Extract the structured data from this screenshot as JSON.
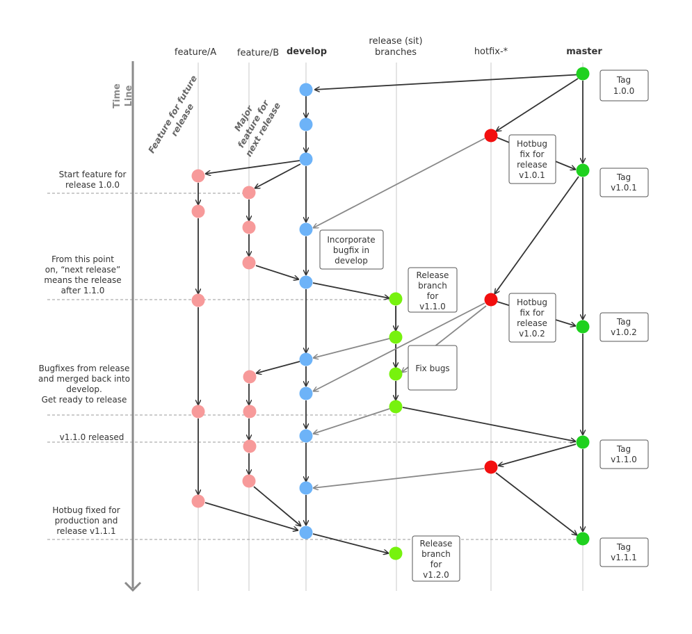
{
  "columns": {
    "featureA": "feature/A",
    "featureB": "feature/B",
    "develop": "develop",
    "release_1": "release (sit)",
    "release_2": "branches",
    "hotfix": "hotfix-*",
    "master": "master"
  },
  "timeline": {
    "line1": "Time",
    "line2": "Line"
  },
  "rotated": {
    "featureA_1": "Feature  for future",
    "featureA_2": "release",
    "featureB_1": "Major",
    "featureB_2": "feature for",
    "featureB_3": "next release"
  },
  "notes": {
    "start_1": "Start feature for",
    "start_2": "release 1.0.0",
    "point_1": "From this point",
    "point_2": "on, “next release”",
    "point_3": "means the release",
    "point_4": "after 1.1.0",
    "bugfix_1": "Bugfixes from release",
    "bugfix_2": "and merged back into",
    "bugfix_3": "develop.",
    "bugfix_4": "Get ready to release",
    "released": "v1.1.0 released",
    "hotbug_1": "Hotbug fixed for",
    "hotbug_2": "production and",
    "hotbug_3": "release v1.1.1"
  },
  "boxes": {
    "tag100": [
      "Tag",
      "1.0.0"
    ],
    "tag101": [
      "Tag",
      "v1.0.1"
    ],
    "tag102": [
      "Tag",
      "v1.0.2"
    ],
    "tag110": [
      "Tag",
      "v1.1.0"
    ],
    "tag111": [
      "Tag",
      "v1.1.1"
    ],
    "hotfix1": [
      "Hotbug",
      "fix for",
      "release",
      "v1.0.1"
    ],
    "hotfix2": [
      "Hotbug",
      "fix for",
      "release",
      "v1.0.2"
    ],
    "incorporate": [
      "Incorporate",
      "bugfix in",
      "develop"
    ],
    "relbranch1": [
      "Release",
      "branch",
      "for",
      "v1.1.0"
    ],
    "fixbugs": [
      "Fix bugs"
    ],
    "relbranch2": [
      "Release",
      "branch",
      "for",
      "v1.2.0"
    ]
  },
  "colors": {
    "feature": "#f79a9a",
    "develop": "#6db3f8",
    "release": "#77f20e",
    "hotfix": "#f20f0f",
    "master": "#1fd11f",
    "arrow_dark": "#333333",
    "arrow_gray": "#888888"
  }
}
